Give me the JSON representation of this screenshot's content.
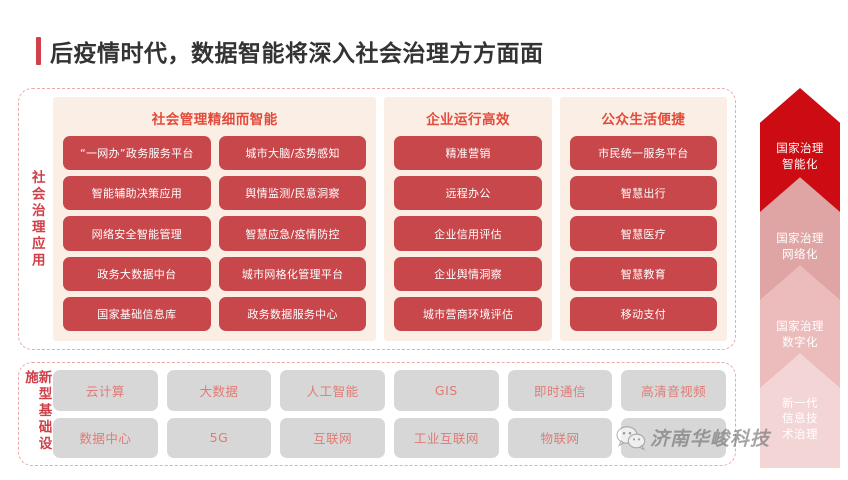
{
  "title": "后疫情时代，数据智能将深入社会治理方方面面",
  "apps_section": {
    "vertical_label": "社会治理应用",
    "panels": [
      {
        "title": "社会管理精细而智能",
        "columns": [
          [
            "“一网办”政务服务平台",
            "智能辅助决策应用",
            "网络安全智能管理",
            "政务大数据中台",
            "国家基础信息库"
          ],
          [
            "城市大脑/态势感知",
            "舆情监测/民意洞察",
            "智慧应急/疫情防控",
            "城市网格化管理平台",
            "政务数据服务中心"
          ]
        ]
      },
      {
        "title": "企业运行高效",
        "columns": [
          [
            "精准营销",
            "远程办公",
            "企业信用评估",
            "企业舆情洞察",
            "城市营商环境评估"
          ]
        ]
      },
      {
        "title": "公众生活便捷",
        "columns": [
          [
            "市民统一服务平台",
            "智慧出行",
            "智慧医疗",
            "智慧教育",
            "移动支付"
          ]
        ]
      }
    ]
  },
  "infra_section": {
    "vertical_label": "新型基础设施",
    "items": [
      "云计算",
      "大数据",
      "人工智能",
      "GIS",
      "即时通信",
      "高清音视频",
      "数据中心",
      "5G",
      "互联网",
      "工业互联网",
      "物联网",
      ""
    ]
  },
  "arrow_stack": {
    "segments": [
      {
        "label": "国家治理\n智能化",
        "color": "#cc0c12"
      },
      {
        "label": "国家治理\n网络化",
        "color": "#dfa5a5"
      },
      {
        "label": "国家治理\n数字化",
        "color": "#ecbcbc"
      },
      {
        "label": "新一代\n信息技\n术治理",
        "color": "#f4d5d5"
      }
    ]
  },
  "watermark": {
    "text": "济南华峻科技",
    "icon": "wechat-logo-icon"
  },
  "colors": {
    "accent_red": "#cc0c12",
    "pill_red": "#c8474b",
    "panel_bg": "#fbeee4",
    "dashed_border": "#eaa9ab",
    "gray_pill": "#d7d7d7",
    "gray_pill_text": "#e07b74",
    "title_text": "#333333"
  }
}
